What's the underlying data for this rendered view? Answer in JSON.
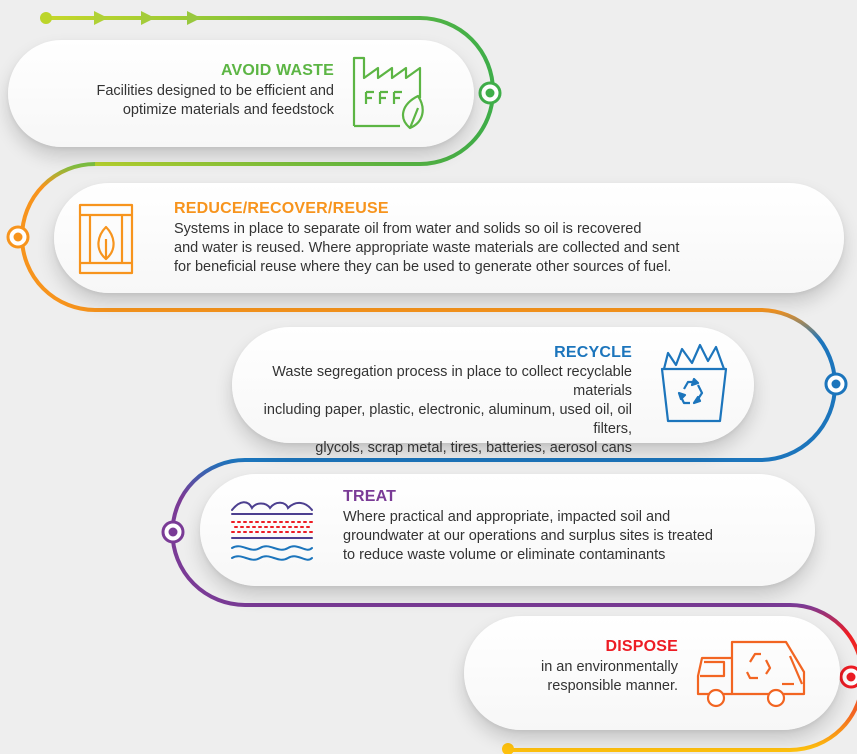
{
  "colors": {
    "green": "#7dc242",
    "orange": "#f7941d",
    "blue": "#1c75bc",
    "purple": "#7a3b96",
    "red": "#ed1c24",
    "yellow": "#ffc20e"
  },
  "steps": [
    {
      "title": "AVOID WASTE",
      "description": "Facilities designed to be efficient and\noptimize materials and feedstock",
      "icon": "factory-leaf-icon",
      "color": "#5cb544"
    },
    {
      "title": "REDUCE/RECOVER/REUSE",
      "description": "Systems in place to separate oil from water and solids so oil is recovered\nand water is reused. Where appropriate waste materials are collected and sent\nfor beneficial reuse where they can be used to generate other sources of fuel.",
      "icon": "frame-leaf-icon",
      "color": "#f7941d"
    },
    {
      "title": "RECYCLE",
      "description": "Waste segregation process in place to collect recyclable materials\nincluding paper, plastic, electronic, aluminum, used oil, oil filters,\nglycols, scrap metal, tires, batteries, aerosol cans",
      "icon": "recycle-bin-icon",
      "color": "#1c75bc"
    },
    {
      "title": "TREAT",
      "description": "Where practical and appropriate, impacted soil and\ngroundwater at our operations and surplus sites is treated\nto reduce waste volume or eliminate contaminants",
      "icon": "soil-layers-icon",
      "color": "#7a3b96"
    },
    {
      "title": "DISPOSE",
      "description": "in an environmentally\nresponsible manner.",
      "icon": "garbage-truck-icon",
      "color": "#ed1c24"
    }
  ]
}
